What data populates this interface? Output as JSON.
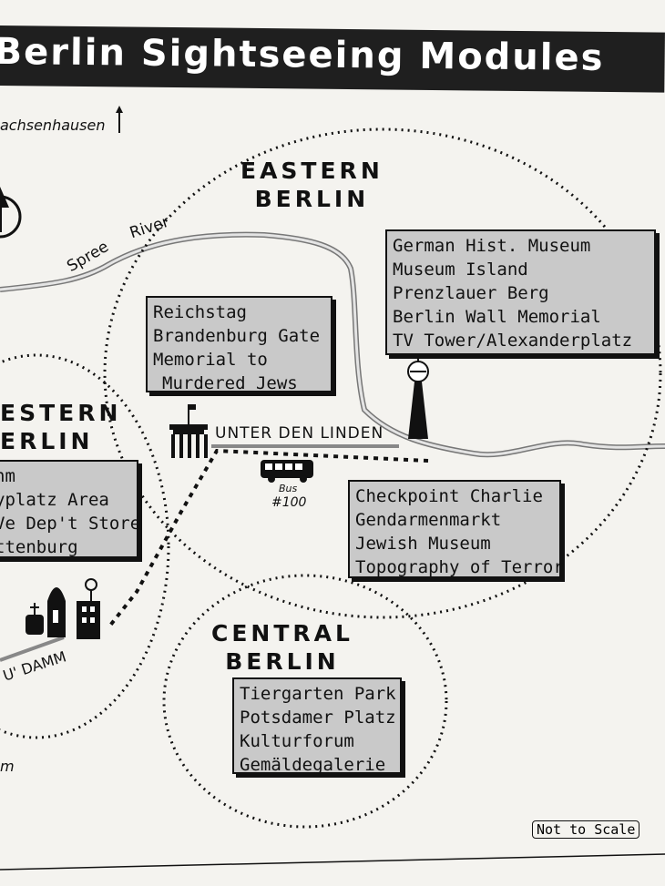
{
  "header": {
    "title": "Berlin Sightseeing Modules"
  },
  "labels": {
    "sachsenhausen": "achsenhausen",
    "spree": "Spree",
    "river": "River",
    "unter_den_linden": "UNTER DEN LINDEN",
    "bus": "Bus",
    "bus_number": "#100",
    "ku_damm": "U' DAMM",
    "partial_bottom_left": "m",
    "not_to_scale": "Not to Scale"
  },
  "regions": {
    "eastern": {
      "line1": "EASTERN",
      "line2": "BERLIN"
    },
    "western": {
      "line1": "ESTERN",
      "line2": "ERLIN"
    },
    "central": {
      "line1": "CENTRAL",
      "line2": "BERLIN"
    }
  },
  "boxes": {
    "reichstag": [
      "Reichstag",
      "Brandenburg Gate",
      "Memorial to",
      "Murdered Jews"
    ],
    "german_museum": [
      "German Hist. Museum",
      "Museum Island",
      "Prenzlauer Berg",
      "Berlin Wall Memorial",
      "TV  Tower/Alexanderplatz"
    ],
    "checkpoint": [
      "Checkpoint Charlie",
      "Gendarmenmarkt",
      "Jewish Museum",
      "Topography of Terror"
    ],
    "western": [
      "nm",
      "yplatz Area",
      "Ve Dep't Store",
      "ttenburg"
    ],
    "central": [
      "Tiergarten Park",
      "Potsdamer Platz",
      "Kulturforum",
      "Gemäldegalerie"
    ]
  },
  "icons": [
    "north-arrow-icon",
    "brandenburg-gate-icon",
    "tv-tower-icon",
    "bus-icon",
    "church-icon"
  ]
}
